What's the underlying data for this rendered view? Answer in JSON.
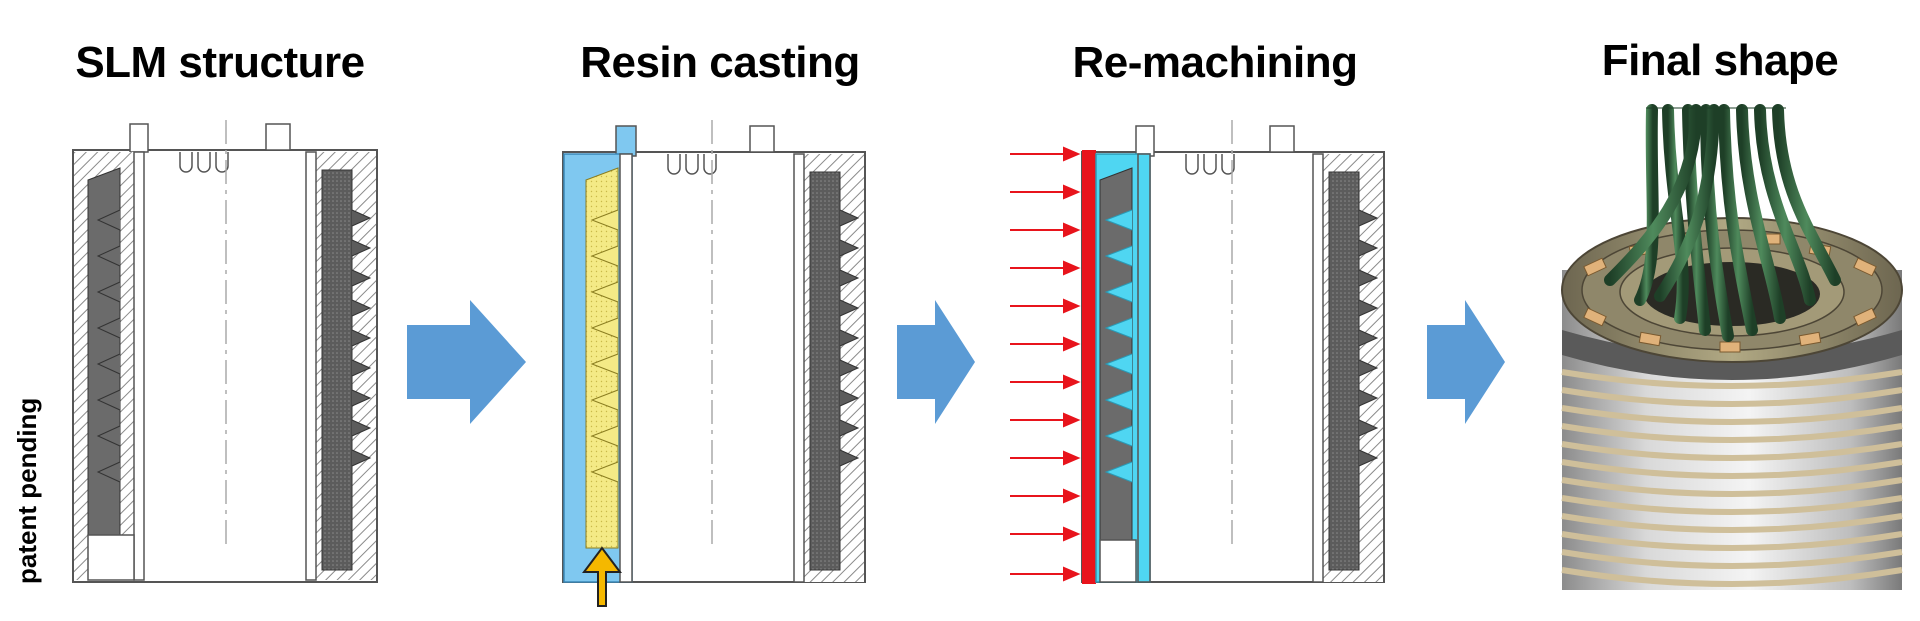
{
  "stages": [
    {
      "title": "SLM structure"
    },
    {
      "title": "Resin casting"
    },
    {
      "title": "Re-machining"
    },
    {
      "title": "Final shape"
    }
  ],
  "side_note": "patent pending",
  "colors": {
    "process_arrow": "#5b9bd5",
    "resin_fill": "#f7f08a",
    "mold_fill": "#7fc8f0",
    "cyan_fill": "#4fd6f2",
    "machining_arrow": "#e8141c",
    "injection_arrow": "#f5b800",
    "structure_dark": "#6b6b6b",
    "hatch": "#888888",
    "coil_green": "#2f5e3a",
    "body_band": "#cfbf9a"
  },
  "icons": [
    "process-arrow-icon",
    "machining-force-arrow-icon",
    "resin-injection-arrow-icon"
  ]
}
